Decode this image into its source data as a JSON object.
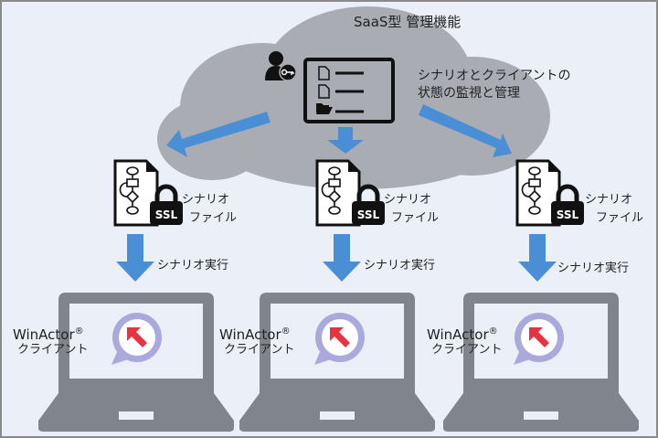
{
  "cloud": {
    "title": "SaaS型 管理機能",
    "monitor_line1": "シナリオとクライアントの",
    "monitor_line2": "状態の監視と管理"
  },
  "nodes": [
    {
      "file_line1": "シナリオ",
      "file_line2": "ファイル",
      "exec_label": "シナリオ実行",
      "client_name": "WinActor",
      "client_mark": "®",
      "client_role": "クライアント"
    },
    {
      "file_line1": "シナリオ",
      "file_line2": "ファイル",
      "exec_label": "シナリオ実行",
      "client_name": "WinActor",
      "client_mark": "®",
      "client_role": "クライアント"
    },
    {
      "file_line1": "シナリオ",
      "file_line2": "ファイル",
      "exec_label": "シナリオ実行",
      "client_name": "WinActor",
      "client_mark": "®",
      "client_role": "クライアント"
    }
  ],
  "lock_label": "SSL",
  "icons": {
    "admin": "user-key-icon",
    "dashboard": "file-list-icon",
    "scenario": "flowchart-document-icon",
    "lock": "padlock-icon",
    "client": "laptop-icon",
    "logo": "winactor-logo-icon"
  },
  "colors": {
    "background": "#ebeff7",
    "cloud": "#a9acb2",
    "arrow": "#4a8fd6",
    "laptop": "#80848c",
    "logo_ring": "#a9a9dc",
    "logo_arrow": "#e8323f",
    "ink": "#111111"
  }
}
